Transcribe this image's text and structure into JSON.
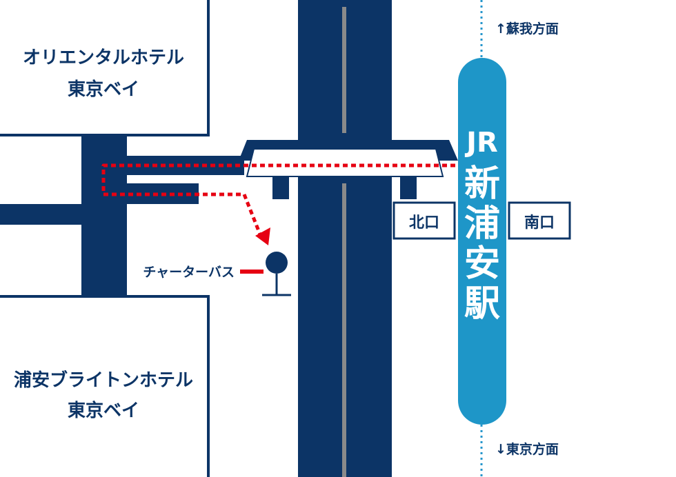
{
  "hotels": {
    "oriental": {
      "line1": "オリエンタルホテル",
      "line2": "東京ベイ"
    },
    "brighton": {
      "line1": "浦安ブライトンホテル",
      "line2": "東京ベイ"
    }
  },
  "bus_stop": {
    "label": "チャーターバス"
  },
  "station": {
    "line": "JR",
    "name_chars": [
      "新",
      "浦",
      "安",
      "駅"
    ],
    "north_exit": "北口",
    "south_exit": "南口"
  },
  "directions": {
    "up": "↑蘇我方面",
    "down": "↓東京方面"
  },
  "colors": {
    "navy": "#0c3466",
    "station_blue": "#1e96c8",
    "route_red": "#e60012",
    "rail_dots": "#2596cc"
  }
}
